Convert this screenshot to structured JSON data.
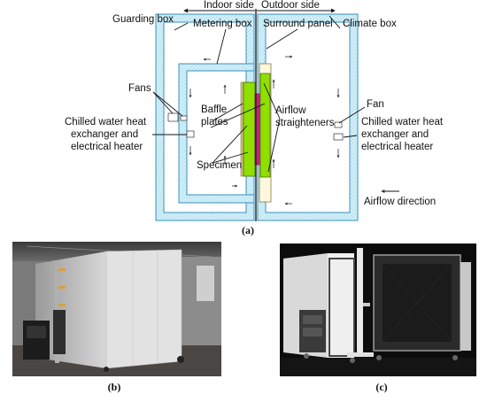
{
  "diagram": {
    "labels": {
      "indoor_side": "Indoor side",
      "outdoor_side": "Outdoor side",
      "guarding_box": "Guarding box",
      "metering_box": "Metering box",
      "surround_panel": "Surround panel",
      "climate_box": "Climate box",
      "fans": "Fans",
      "fan": "Fan",
      "baffle_plates": [
        "Baffle",
        "plates"
      ],
      "airflow_straighteners": [
        "Airflow",
        "straighteners"
      ],
      "hx_left": [
        "Chilled water heat",
        "exchanger and",
        "electrical heater"
      ],
      "hx_right": [
        "Chilled water heat",
        "exchanger and",
        "electrical heater"
      ],
      "specimen": "Specimen",
      "airflow_direction": "Airflow direction",
      "fan_device_text": "■■■"
    },
    "colors": {
      "wall_fill": "#d4f0f8",
      "wall_stroke": "#3a8fc0",
      "panel_fill": "#fff8dd",
      "straightener_fill": "#8fe000",
      "specimen_fill": "#e0148c"
    }
  },
  "captions": {
    "a": "(a)",
    "b": "(b)",
    "c": "(c)"
  },
  "photos": {
    "b_icon": "test-chamber-photo-side",
    "c_icon": "test-chamber-photo-open"
  }
}
